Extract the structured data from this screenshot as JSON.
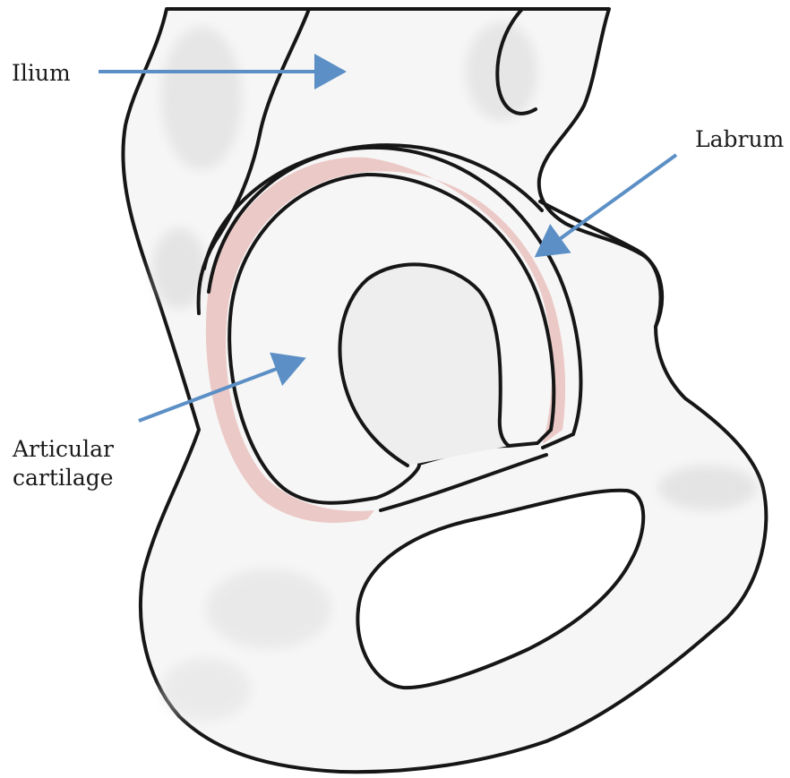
{
  "labels": {
    "ilium": "Ilium",
    "labrum": "Labrum",
    "articular_line1": "Articular",
    "articular_line2": "cartilage"
  },
  "colors": {
    "outline": "#161616",
    "bone_fill": "#f6f6f6",
    "bone_shading": "#d9d9d9",
    "labrum_fill": "#e7b7b2",
    "arrow": "#5b8fc5",
    "background": "#ffffff"
  }
}
